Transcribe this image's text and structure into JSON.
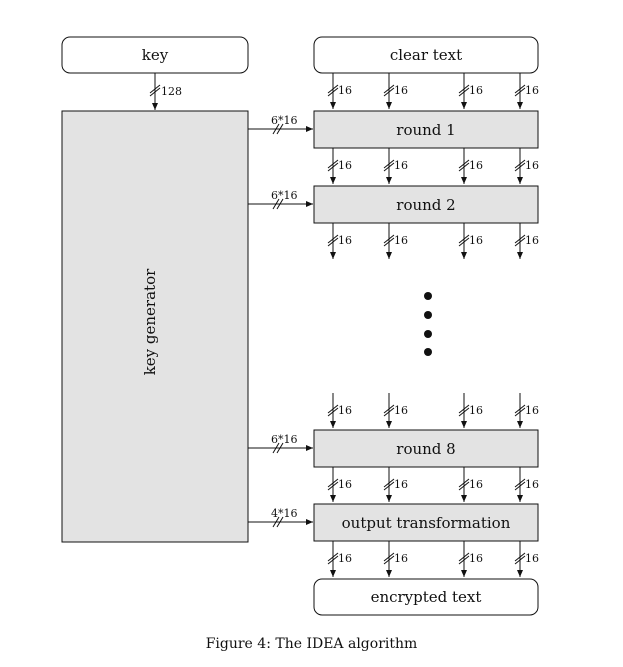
{
  "boxes": {
    "key": "key",
    "clear_text": "clear text",
    "key_generator": "key generator",
    "round1": "round 1",
    "round2": "round 2",
    "round8": "round 8",
    "output_transformation": "output transformation",
    "encrypted_text": "encrypted text"
  },
  "bus_labels": {
    "key_width": "128",
    "word_width": "16",
    "round_subkeys": "6*16",
    "output_subkeys": "4*16"
  },
  "caption": "Figure 4: The IDEA algorithm"
}
